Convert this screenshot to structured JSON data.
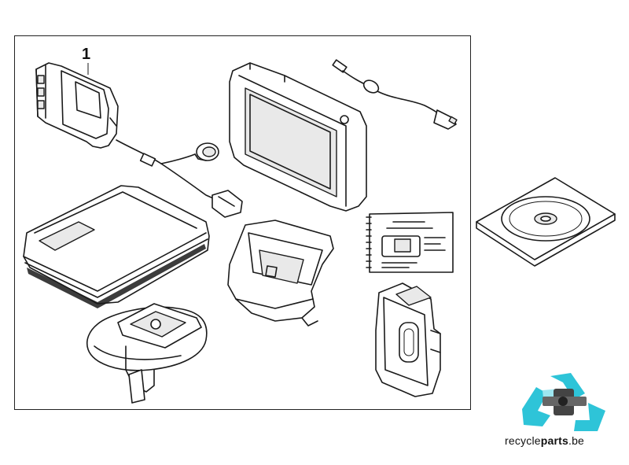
{
  "diagram": {
    "callout_number": "1",
    "watermark": {
      "prefix": "recycle",
      "emphasis": "parts",
      "suffix": ".be"
    },
    "colors": {
      "line": "#1a1a1a",
      "recycle_cyan": "#2ec4d8",
      "recycle_light": "#9ee6f0"
    }
  }
}
